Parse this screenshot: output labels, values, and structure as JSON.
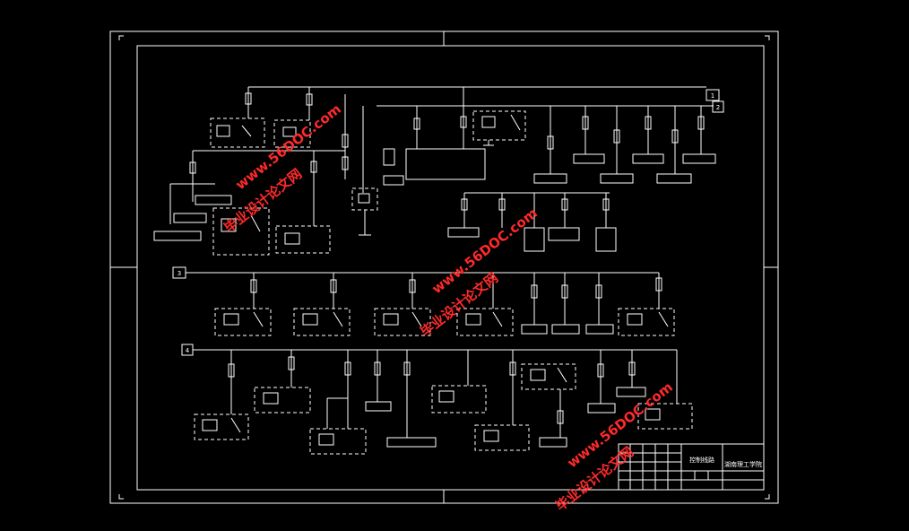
{
  "colors": {
    "background": "#000000",
    "line": "#ffffff",
    "watermark": "#ff2a2a"
  },
  "watermark": {
    "url": "www.56DOC.com",
    "site_name": "毕业设计论文网"
  },
  "diagram": {
    "bus_tags": [
      "1",
      "2",
      "3",
      "4"
    ],
    "title_block": {
      "drawing_name": "控制线路",
      "school": "湖南理工学院"
    }
  }
}
